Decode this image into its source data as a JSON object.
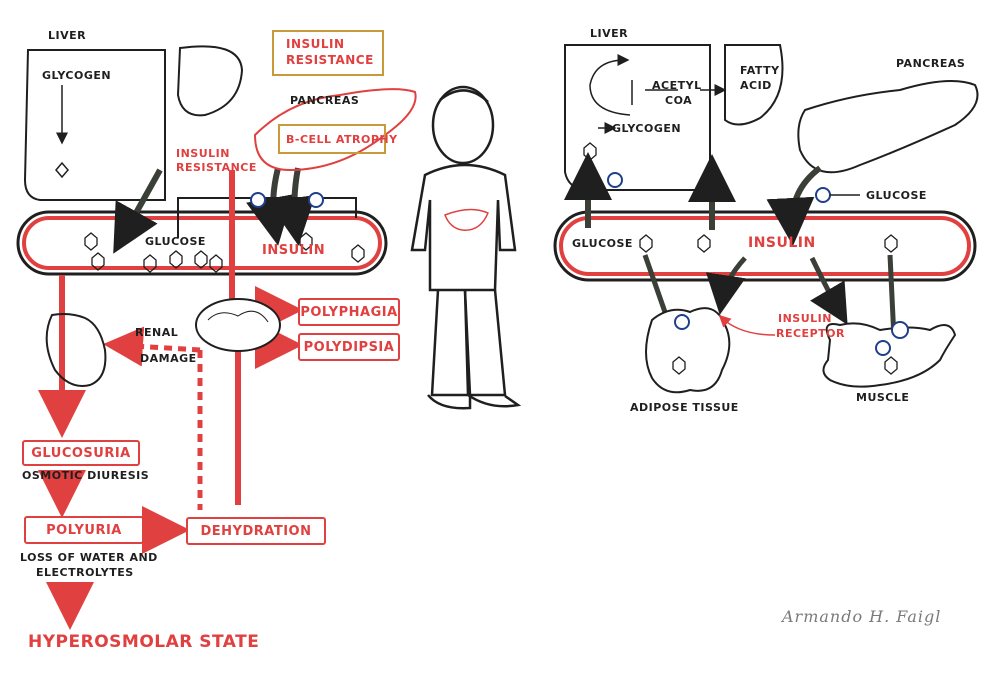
{
  "left_panel": {
    "liver": "LIVER",
    "glycogen": "GLYCOGEN",
    "insulin_resistance_liver": [
      "INSULIN",
      "RESISTANCE"
    ],
    "glucose": "GLUCOSE",
    "insulin": "INSULIN",
    "pancreas": "PANCREAS",
    "insulin_resistance_box": [
      "INSULIN",
      "RESISTANCE"
    ],
    "beta_cell_atrophy": "β-CELL ATROPHY",
    "renal_damage": [
      "RENAL",
      "DAMAGE"
    ],
    "polyphagia": "POLYPHAGIA",
    "polydipsia": "POLYDIPSIA",
    "glucosuria": "GLUCOSURIA",
    "osmotic_diuresis": "OSMOTIC DIURESIS",
    "polyuria": "POLYURIA",
    "dehydration": "DEHYDRATION",
    "loss_water": [
      "LOSS OF WATER AND",
      "ELECTROLYTES"
    ],
    "hyperosmolar_state": "HYPEROSMOLAR STATE"
  },
  "right_panel": {
    "liver": "LIVER",
    "acetyl_coa": [
      "ACETYL",
      "COA"
    ],
    "fatty_acid": [
      "FATTY",
      "ACID"
    ],
    "glycogen": "GLYCOGEN",
    "pancreas": "PANCREAS",
    "glucose_pancreas": "GLUCOSE",
    "glucose_vessel": "GLUCOSE",
    "insulin": "INSULIN",
    "insulin_receptor": [
      "INSULIN",
      "RECEPTOR"
    ],
    "adipose_tissue": "ADIPOSE TISSUE",
    "muscle": "MUSCLE"
  },
  "signature": "Armando H. Faigl",
  "colors": {
    "ink": "#1f1f1f",
    "red": "#e0403f",
    "gold": "#c99a3a",
    "vessel_fill": "#ffffff",
    "arrow_dark": "#3a3f38"
  }
}
